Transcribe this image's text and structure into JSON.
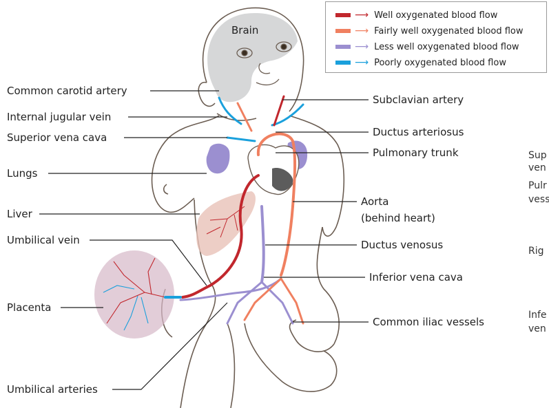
{
  "legend": [
    {
      "text": "Well oxygenated blood flow",
      "color": "#c1272d"
    },
    {
      "text": "Fairly well oxygenated blood flow",
      "color": "#f08060"
    },
    {
      "text": "Less well oxygenated blood flow",
      "color": "#9b8fd0"
    },
    {
      "text": "Poorly oxygenated blood flow",
      "color": "#1aa0dc"
    }
  ],
  "labels_left": {
    "common_carotid": "Common carotid artery",
    "internal_jugular": "Internal jugular vein",
    "superior_vena_cava": "Superior vena cava",
    "lungs": "Lungs",
    "liver": "Liver",
    "umbilical_vein": "Umbilical vein",
    "placenta": "Placenta",
    "umbilical_arteries": "Umbilical arteries"
  },
  "labels_right": {
    "subclavian": "Subclavian artery",
    "ductus_arteriosus": "Ductus arteriosus",
    "pulmonary_trunk": "Pulmonary trunk",
    "aorta_1": "Aorta",
    "aorta_2": "(behind heart)",
    "ductus_venosus": "Ductus venosus",
    "inferior_vena_cava": "Inferior vena cava",
    "common_iliac": "Common iliac vessels"
  },
  "brain_label": "Brain",
  "cut_labels": [
    "Sup",
    "ven",
    "Pulr",
    "vess",
    "Rig",
    "Infe",
    "ven"
  ]
}
